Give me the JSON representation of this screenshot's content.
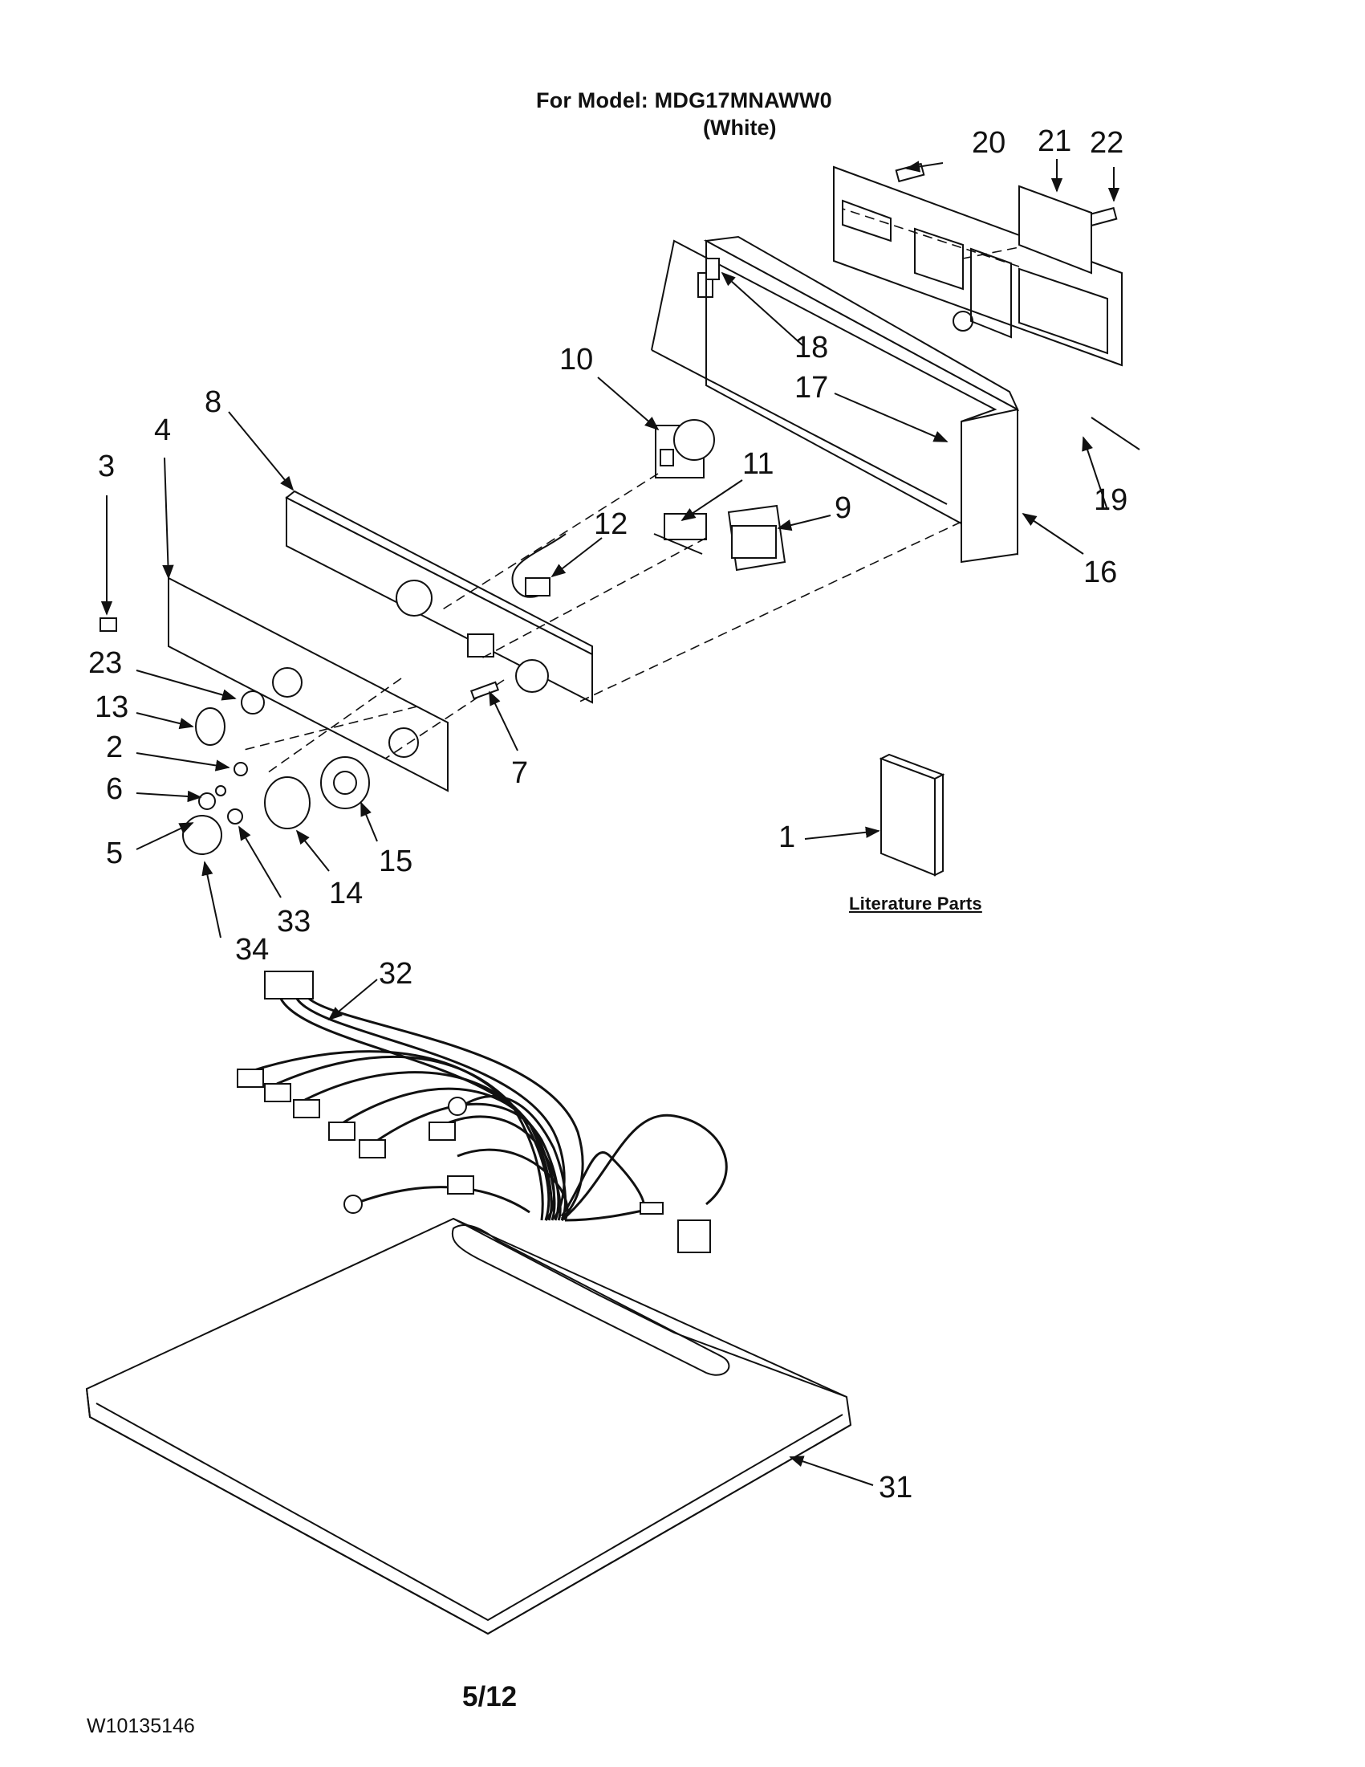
{
  "header": {
    "model_line": "For Model: MDG17MNAWW0",
    "color_line": "(White)"
  },
  "callouts": [
    "1",
    "2",
    "3",
    "4",
    "5",
    "6",
    "7",
    "8",
    "9",
    "10",
    "11",
    "12",
    "13",
    "14",
    "15",
    "16",
    "17",
    "18",
    "19",
    "20",
    "21",
    "22",
    "23",
    "31",
    "32",
    "33",
    "34"
  ],
  "literature_label": "Literature Parts",
  "footer": {
    "doc_number": "W10135146",
    "page": "5/12"
  }
}
